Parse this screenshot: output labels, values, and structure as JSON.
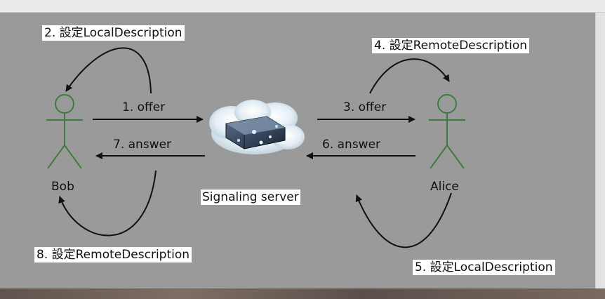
{
  "labels": {
    "step1": "1. offer",
    "step2": "2. 設定LocalDescription",
    "step3": "3. offer",
    "step4": "4. 設定RemoteDescription",
    "step5": "5. 設定LocalDescription",
    "step6": "6. answer",
    "step7": "7. answer",
    "step8": "8. 設定RemoteDescription"
  },
  "actors": {
    "left": "Bob",
    "right": "Alice"
  },
  "server": {
    "label": "Signaling server",
    "icon": "cloud-server-icon"
  },
  "colors": {
    "canvas": "#9a9a9a",
    "actor_stroke": "#3f7a3f",
    "arrow": "#111111"
  }
}
